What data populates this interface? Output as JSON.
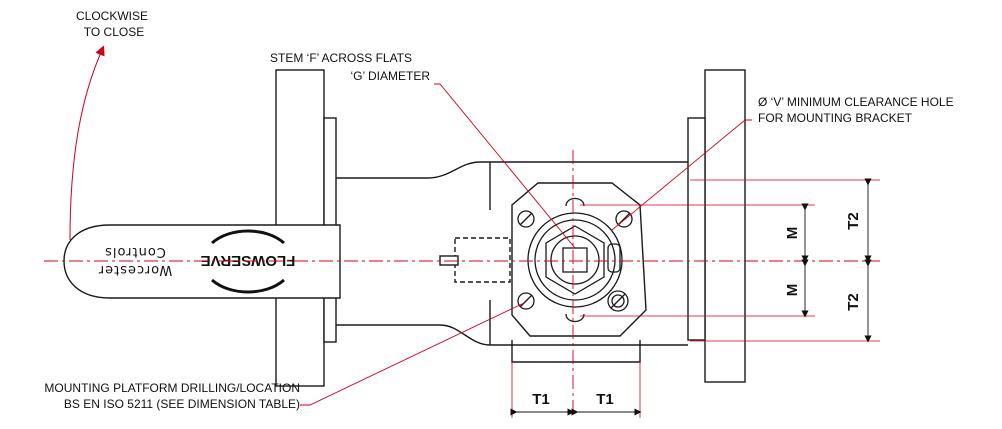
{
  "labels": {
    "rotation": [
      "CLOCKWISE",
      "TO CLOSE"
    ],
    "stem": [
      "STEM ‘F’ ACROSS FLATS",
      "‘G’ DIAMETER"
    ],
    "clearance": [
      "Ø ‘V’ MINIMUM CLEARANCE HOLE",
      "FOR MOUNTING BRACKET"
    ],
    "platform": [
      "MOUNTING PLATFORM DRILLING/LOCATION",
      "BS EN ISO 5211 (SEE DIMENSION TABLE)"
    ]
  },
  "dimensions": {
    "t1_left": "T1",
    "t1_right": "T1",
    "m_upper": "M",
    "m_lower": "M",
    "t2_upper": "T2",
    "t2_lower": "T2"
  },
  "handle": {
    "brand": "FLOWSERVE",
    "product_line1": "Worcester",
    "product_line2": "Controls"
  },
  "colors": {
    "outline": "#1a1a1a",
    "leader": "#d0021b",
    "centerline": "#d0021b"
  }
}
